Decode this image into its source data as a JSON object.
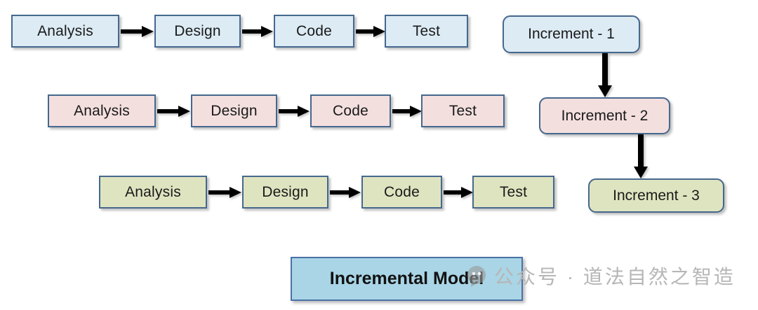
{
  "diagram": {
    "title": "Incremental Model",
    "rows": [
      {
        "name": "increment-1-row",
        "color_key": "blue",
        "fill": "#dcebf4",
        "phases": [
          "Analysis",
          "Design",
          "Code",
          "Test"
        ]
      },
      {
        "name": "increment-2-row",
        "color_key": "pink",
        "fill": "#f4dfdf",
        "phases": [
          "Analysis",
          "Design",
          "Code",
          "Test"
        ]
      },
      {
        "name": "increment-3-row",
        "color_key": "green",
        "fill": "#dfe4c0",
        "phases": [
          "Analysis",
          "Design",
          "Code",
          "Test"
        ]
      }
    ],
    "increments": [
      {
        "label": "Increment - 1",
        "color_key": "blue",
        "fill": "#dcebf4"
      },
      {
        "label": "Increment - 2",
        "color_key": "pink",
        "fill": "#f4dfdf"
      },
      {
        "label": "Increment - 3",
        "color_key": "green",
        "fill": "#dfe4c0"
      }
    ],
    "colors": {
      "border": "#45688e",
      "banner_fill": "#a9d5e6",
      "banner_border": "#4a72a8",
      "arrow": "#000000",
      "watermark": "#b6b6b6"
    }
  },
  "watermark": {
    "text": "公众号 · 道法自然之智造",
    "logo": "chat-bubble-icon"
  }
}
